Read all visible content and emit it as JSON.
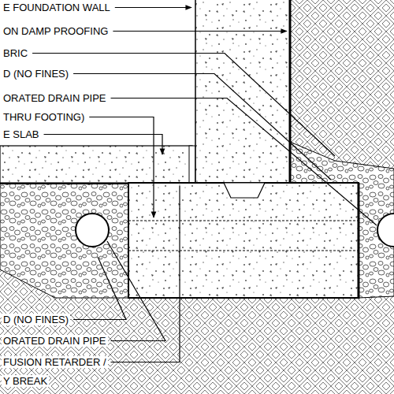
{
  "diagram": {
    "labels": [
      "E FOUNDATION WALL",
      "ON DAMP PROOFING",
      "BRIC",
      "D (NO FINES)",
      "ORATED DRAIN PIPE",
      "THRU FOOTING)",
      "E SLAB",
      "D (NO FINES)",
      "ORATED DRAIN PIPE",
      "FUSION RETARDER /",
      "Y BREAK"
    ]
  }
}
